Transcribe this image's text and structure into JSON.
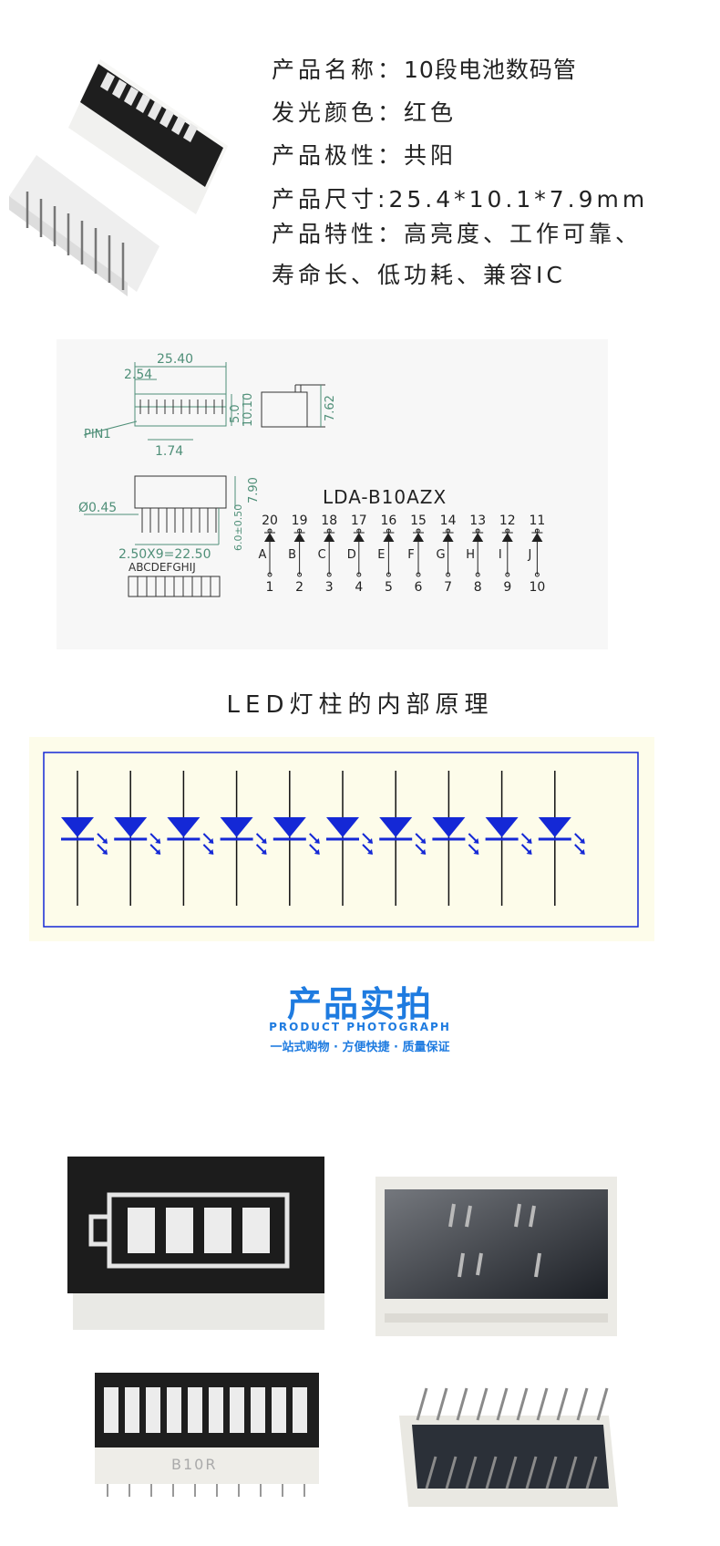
{
  "specs": [
    {
      "label": "产品名称：",
      "value": "10段电池数码管"
    },
    {
      "label": "发光颜色：",
      "value": "红色"
    },
    {
      "label": "产品极性：",
      "value": "共阳"
    },
    {
      "label": "产品尺寸:",
      "value": "25.4*10.1*7.9mm"
    },
    {
      "label": "产品特性：",
      "value": "高亮度、工作可靠、"
    },
    {
      "label": "",
      "value": "寿命长、低功耗、兼容IC"
    }
  ],
  "drawing": {
    "dim_width": "25.40",
    "dim_pitch": "2.54",
    "dim_height": "5.0",
    "dim_depth": "10.10",
    "dim_pin_offset": "1.74",
    "pin1_label": "PIN1",
    "dim_side": "7.62",
    "dim_pin_dia": "Ø0.45",
    "dim_body": "7.90",
    "dim_pin_len": "6.0±0.50",
    "dim_pin_span": "2.50X9=22.50",
    "segment_letters": "ABCDEFGHIJ",
    "part_number": "LDA-B10AZX",
    "top_pins": [
      "20",
      "19",
      "18",
      "17",
      "16",
      "15",
      "14",
      "13",
      "12",
      "11"
    ],
    "bottom_pins": [
      "1",
      "2",
      "3",
      "4",
      "5",
      "6",
      "7",
      "8",
      "9",
      "10"
    ],
    "segments": [
      "A",
      "B",
      "C",
      "D",
      "E",
      "F",
      "G",
      "H",
      "I",
      "J"
    ]
  },
  "schematic_caption": "LED灯柱的内部原理",
  "photo_section": {
    "title": "产品实拍",
    "subtitle": "PRODUCT PHOTOGRAPH",
    "tagline": "一站式购物 · 方便快捷 · 质量保证"
  },
  "photo_labels": {
    "chip_marking": "B10R"
  },
  "colors": {
    "blue": "#1428d6",
    "title_blue": "#1e7be0",
    "drawing_green": "#4f8f78"
  }
}
